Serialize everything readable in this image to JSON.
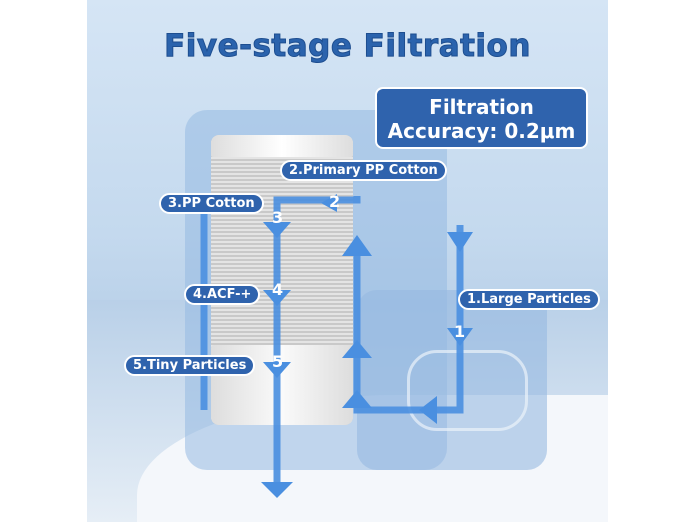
{
  "title": "Five-stage Filtration",
  "accuracy": {
    "line1": "Filtration",
    "line2": "Accuracy: 0.2μm"
  },
  "stages": [
    {
      "num": "1",
      "label": "1.Large Particles"
    },
    {
      "num": "2",
      "label": "2.Primary PP Cotton"
    },
    {
      "num": "3",
      "label": "3.PP Cotton"
    },
    {
      "num": "4",
      "label": "4.ACF-+"
    },
    {
      "num": "5",
      "label": "5.Tiny Particles"
    }
  ],
  "colors": {
    "accent": "#2f63ad",
    "arrow": "#4a8fe0"
  }
}
